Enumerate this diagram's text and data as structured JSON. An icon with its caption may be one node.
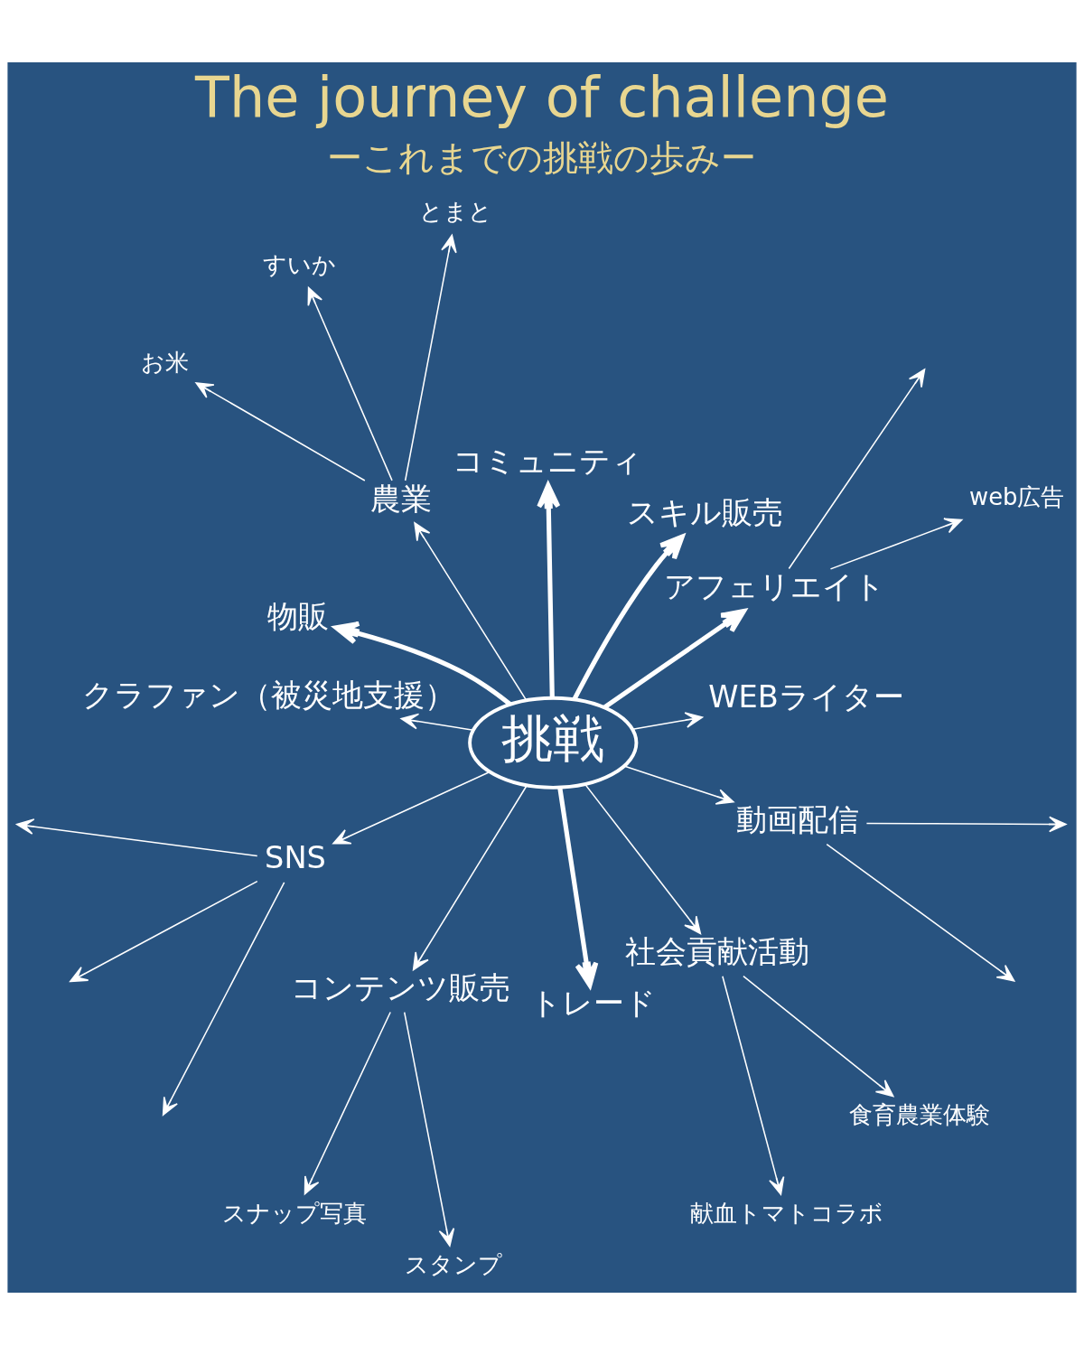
{
  "diagram": {
    "title": "The journey of challenge",
    "nodes": [
      {
        "text": [
          "挑戦"
        ]
      },
      {
        "text": [
          "WEBライター"
        ]
      },
      {
        "text": [
          "アフェリエイト"
        ]
      },
      {
        "text": [
          "web広告"
        ]
      },
      {
        "text": [
          "スキル販売"
        ]
      },
      {
        "text": [
          "コミュニティ"
        ]
      },
      {
        "text": [
          "農業"
        ]
      },
      {
        "text": [
          "とまと"
        ]
      },
      {
        "text": [
          "すいか"
        ]
      },
      {
        "text": [
          "お米"
        ]
      },
      {
        "text": [
          "物販"
        ]
      },
      {
        "text": [
          "クラファン（被災地支援）"
        ]
      },
      {
        "text": [
          "SNS"
        ]
      },
      {
        "text": [
          "コンテンツ販売"
        ]
      },
      {
        "text": [
          "スナップ写真"
        ]
      },
      {
        "text": [
          "スタンプ"
        ]
      },
      {
        "text": [
          "トレード"
        ]
      },
      {
        "text": [
          "社会貢献活動"
        ]
      },
      {
        "text": [
          "献血トマトコラボ"
        ]
      },
      {
        "text": [
          "食育農業体験"
        ]
      },
      {
        "text": [
          "動画配信"
        ]
      }
    ],
    "edges": [
      {
        "from": 0,
        "to": 1,
        "arrow": "to"
      },
      {
        "from": 0,
        "to": 2,
        "arrow": "to",
        "style": "thick"
      },
      {
        "from": 2,
        "to": null,
        "arrow": "to"
      },
      {
        "from": 2,
        "to": 3,
        "arrow": "to"
      },
      {
        "from": 0,
        "to": 4,
        "arrow": "to",
        "style": "thick"
      },
      {
        "from": 0,
        "to": 5,
        "arrow": "to",
        "style": "thick"
      },
      {
        "from": 0,
        "to": 6,
        "arrow": "to"
      },
      {
        "from": 6,
        "to": 7,
        "arrow": "to"
      },
      {
        "from": 6,
        "to": 8,
        "arrow": "to"
      },
      {
        "from": 6,
        "to": 9,
        "arrow": "to"
      },
      {
        "from": 0,
        "to": 10,
        "arrow": "to",
        "style": "thick"
      },
      {
        "from": 0,
        "to": 11,
        "arrow": "to"
      },
      {
        "from": 0,
        "to": 12,
        "arrow": "to"
      },
      {
        "from": 12,
        "to": null,
        "arrow": "to"
      },
      {
        "from": 12,
        "to": null,
        "arrow": "to"
      },
      {
        "from": 12,
        "to": null,
        "arrow": "to"
      },
      {
        "from": 0,
        "to": 13,
        "arrow": "to"
      },
      {
        "from": 13,
        "to": 14,
        "arrow": "to"
      },
      {
        "from": 13,
        "to": 15,
        "arrow": "to"
      },
      {
        "from": 0,
        "to": 16,
        "arrow": "to",
        "style": "thick"
      },
      {
        "from": 0,
        "to": 17,
        "arrow": "to"
      },
      {
        "from": 17,
        "to": 18,
        "arrow": "to"
      },
      {
        "from": 17,
        "to": 19,
        "arrow": "to"
      },
      {
        "from": 0,
        "to": 20,
        "arrow": "to"
      },
      {
        "from": 20,
        "to": null,
        "arrow": "to"
      },
      {
        "from": 20,
        "to": null,
        "arrow": "to"
      }
    ],
    "labels": [
      "ーこれまでの挑戦の歩みー"
    ]
  }
}
